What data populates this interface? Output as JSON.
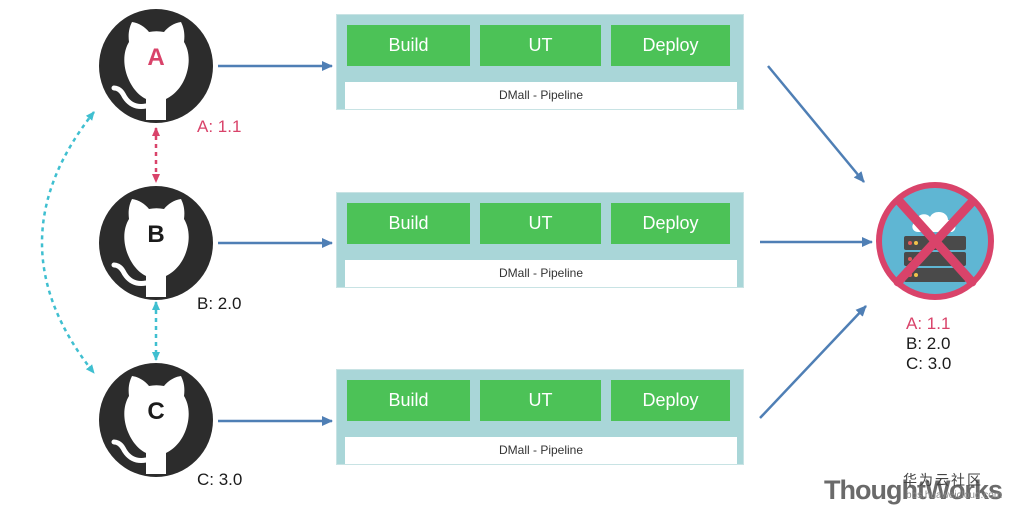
{
  "colors": {
    "repo_dark": "#2c2c2c",
    "stage_green": "#4cc257",
    "pipeline_bg": "#a9d6d8",
    "arrow_blue": "#4f7fb5",
    "sync_pink": "#d9436a",
    "sync_cyan": "#3fbfd0",
    "error_red": "#d9436a",
    "env_blue": "#5fb6d3"
  },
  "repos": [
    {
      "letter": "A",
      "version": "A: 1.1",
      "icon": "github-octocat-icon",
      "highlight": "#d9436a"
    },
    {
      "letter": "B",
      "version": "B: 2.0",
      "icon": "github-octocat-icon",
      "highlight": "#1b1b1b"
    },
    {
      "letter": "C",
      "version": "C: 3.0",
      "icon": "github-octocat-icon",
      "highlight": "#1b1b1b"
    }
  ],
  "pipelines": [
    {
      "stages": [
        "Build",
        "UT",
        "Deploy"
      ],
      "name": "DMall - Pipeline"
    },
    {
      "stages": [
        "Build",
        "UT",
        "Deploy"
      ],
      "name": "DMall - Pipeline"
    },
    {
      "stages": [
        "Build",
        "UT",
        "Deploy"
      ],
      "name": "DMall - Pipeline"
    }
  ],
  "environment": {
    "icon": "server-cloud-crossed-icon",
    "versions": [
      "A: 1.1",
      "B: 2.0",
      "C: 3.0"
    ]
  },
  "brand": "ThoughtWorks",
  "watermark": {
    "title": "华为云社区",
    "subtitle": "bbs.huaweicloud.com"
  }
}
